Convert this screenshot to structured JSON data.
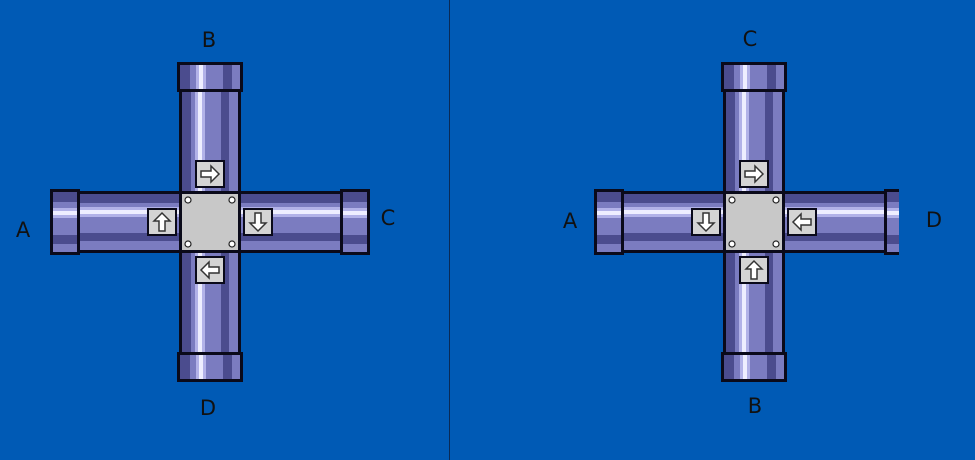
{
  "colors": {
    "background": "#005ab5",
    "pipe_dark": "#4b4c8e",
    "pipe_mid": "#7b7cc0",
    "pipe_light": "#b2b2e8",
    "pipe_highlight": "#eeeeff",
    "junction": "#c8c8c8",
    "outline": "#0a0a1a"
  },
  "puzzles": [
    {
      "labels": {
        "top": "B",
        "left": "A",
        "right": "C",
        "bottom": "D"
      },
      "arrows": {
        "top": "right-arrow-icon",
        "left": "up-arrow-icon",
        "right": "down-arrow-icon",
        "bottom": "left-arrow-icon"
      }
    },
    {
      "labels": {
        "top": "C",
        "left": "A",
        "right": "D",
        "bottom": "B"
      },
      "arrows": {
        "top": "right-arrow-icon",
        "left": "down-arrow-icon",
        "right": "left-arrow-icon",
        "bottom": "up-arrow-icon"
      }
    }
  ]
}
